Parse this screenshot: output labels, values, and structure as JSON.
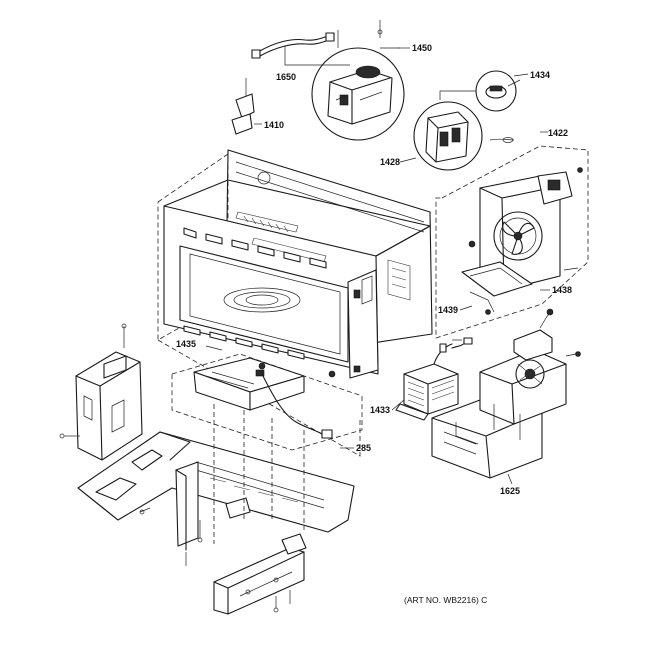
{
  "callouts": {
    "p1650": "1650",
    "p1450": "1450",
    "p1434": "1434",
    "p1410": "1410",
    "p1428": "1428",
    "p1422": "1422",
    "p1438": "1438",
    "p1439": "1439",
    "p1435": "1435",
    "p1433": "1433",
    "p285": "285",
    "p1625": "1625"
  },
  "art_number": "(ART NO. WB2216) C"
}
